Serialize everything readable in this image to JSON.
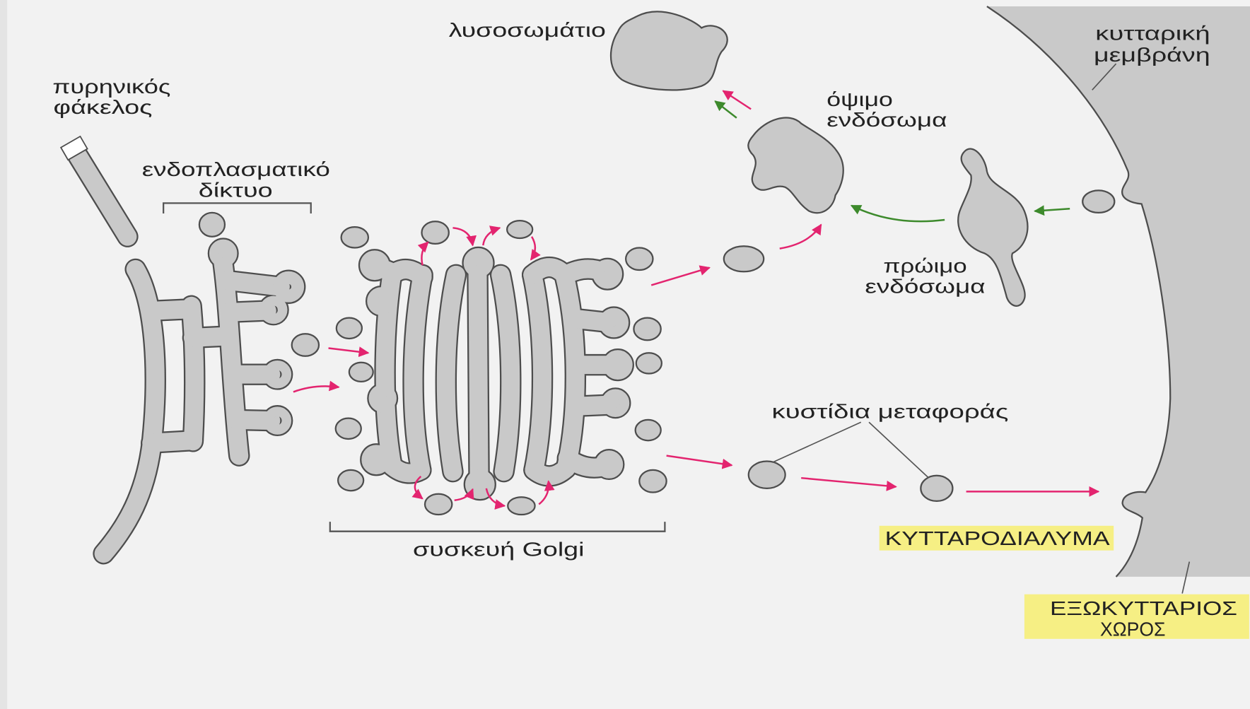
{
  "diagram": {
    "labels": {
      "lysosome": "λυσοσωμάτιο",
      "cell_membrane": [
        "κυτταρική",
        "μεμβράνη"
      ],
      "nuclear_envelope": [
        "πυρηνικός",
        "φάκελος"
      ],
      "late_endosome": [
        "όψιμο",
        "ενδόσωμα"
      ],
      "endoplasmic_reticulum": [
        "ενδοπλασματικό",
        "δίκτυο"
      ],
      "early_endosome": [
        "πρώιμο",
        "ενδόσωμα"
      ],
      "transport_vesicles": "κυστίδια μεταφοράς",
      "golgi": "συσκευή Golgi",
      "cytosol": "ΚΥΤΤΑΡΟΔΙΑΛΥΜΑ",
      "extracellular_space": [
        "ΕΞΩΚΥΤΤΑΡΙΟΣ",
        "ΧΩΡΟΣ"
      ]
    },
    "colors": {
      "background": "#f2f2f2",
      "organelle_fill": "#c9c9c9",
      "organelle_outline": "#4d4d4d",
      "secretory_arrow": "#e3246f",
      "endocytic_arrow": "#3d8a2c",
      "highlight": "#f6ef84",
      "label_text": "#222222"
    }
  }
}
